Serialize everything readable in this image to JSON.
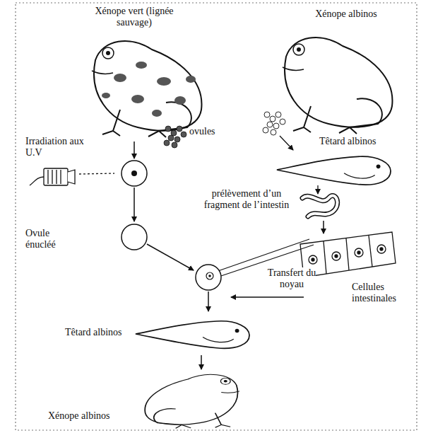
{
  "diagram": {
    "labels": [
      "Xénope vert (lignée sauvage)",
      "Xénope albinos",
      "ovules",
      "Irradiation aux U.V",
      "Têtard albinos",
      "prélèvement d’un fragment de l’intestin",
      "Ovule énucléé",
      "Transfert du noyau",
      "Cellules intestinales",
      "Têtard albinos",
      "Xénope albinos"
    ]
  }
}
